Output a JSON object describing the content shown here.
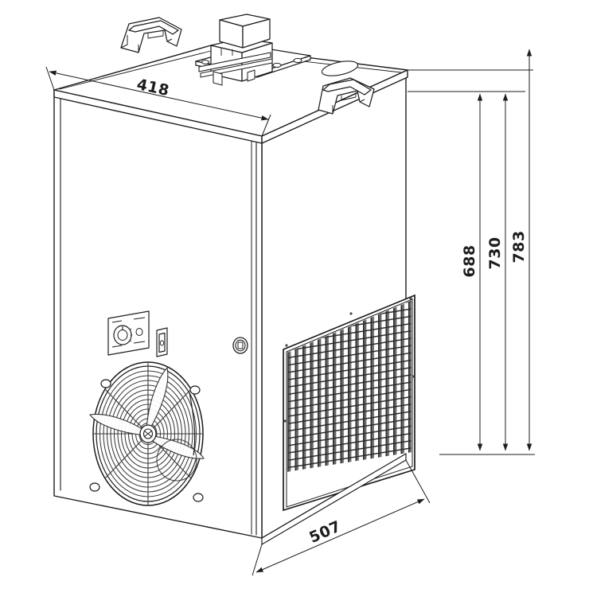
{
  "drawing": {
    "type": "technical-orthographic-isometric",
    "title": "Air cooled refrigeration unit - dimensioned isometric view",
    "units": "mm",
    "background_color": "#ffffff",
    "line_color": "#1d1d1d",
    "fill_color": "#ffffff"
  },
  "dimensions": {
    "width": {
      "label": "418",
      "value": 418,
      "axis": "width",
      "position": "top-front-edge",
      "units": "mm"
    },
    "depth": {
      "label": "507",
      "value": 507,
      "axis": "depth",
      "position": "bottom-right-edge",
      "units": "mm"
    },
    "height_body": {
      "label": "688",
      "value": 688,
      "axis": "height",
      "position": "right-inner",
      "units": "mm"
    },
    "height_cabinet": {
      "label": "730",
      "value": 730,
      "axis": "height",
      "position": "right-middle",
      "units": "mm"
    },
    "height_overall": {
      "label": "783",
      "value": 783,
      "axis": "height",
      "position": "right-outer",
      "units": "mm"
    }
  },
  "components": {
    "cabinet": "cabinet-housing",
    "top_plate": "top-mounting-plate",
    "compressor": "compressor-unit",
    "handle_left": "lifting-handle-left",
    "handle_right": "lifting-handle-right",
    "fan": "axial-fan-with-wire-guard",
    "grille": "condenser-grille-panel",
    "control_panel": "control-panel-with-knob",
    "rocker_switch": "rocker-switch",
    "door_lock": "door-lock-latch"
  }
}
